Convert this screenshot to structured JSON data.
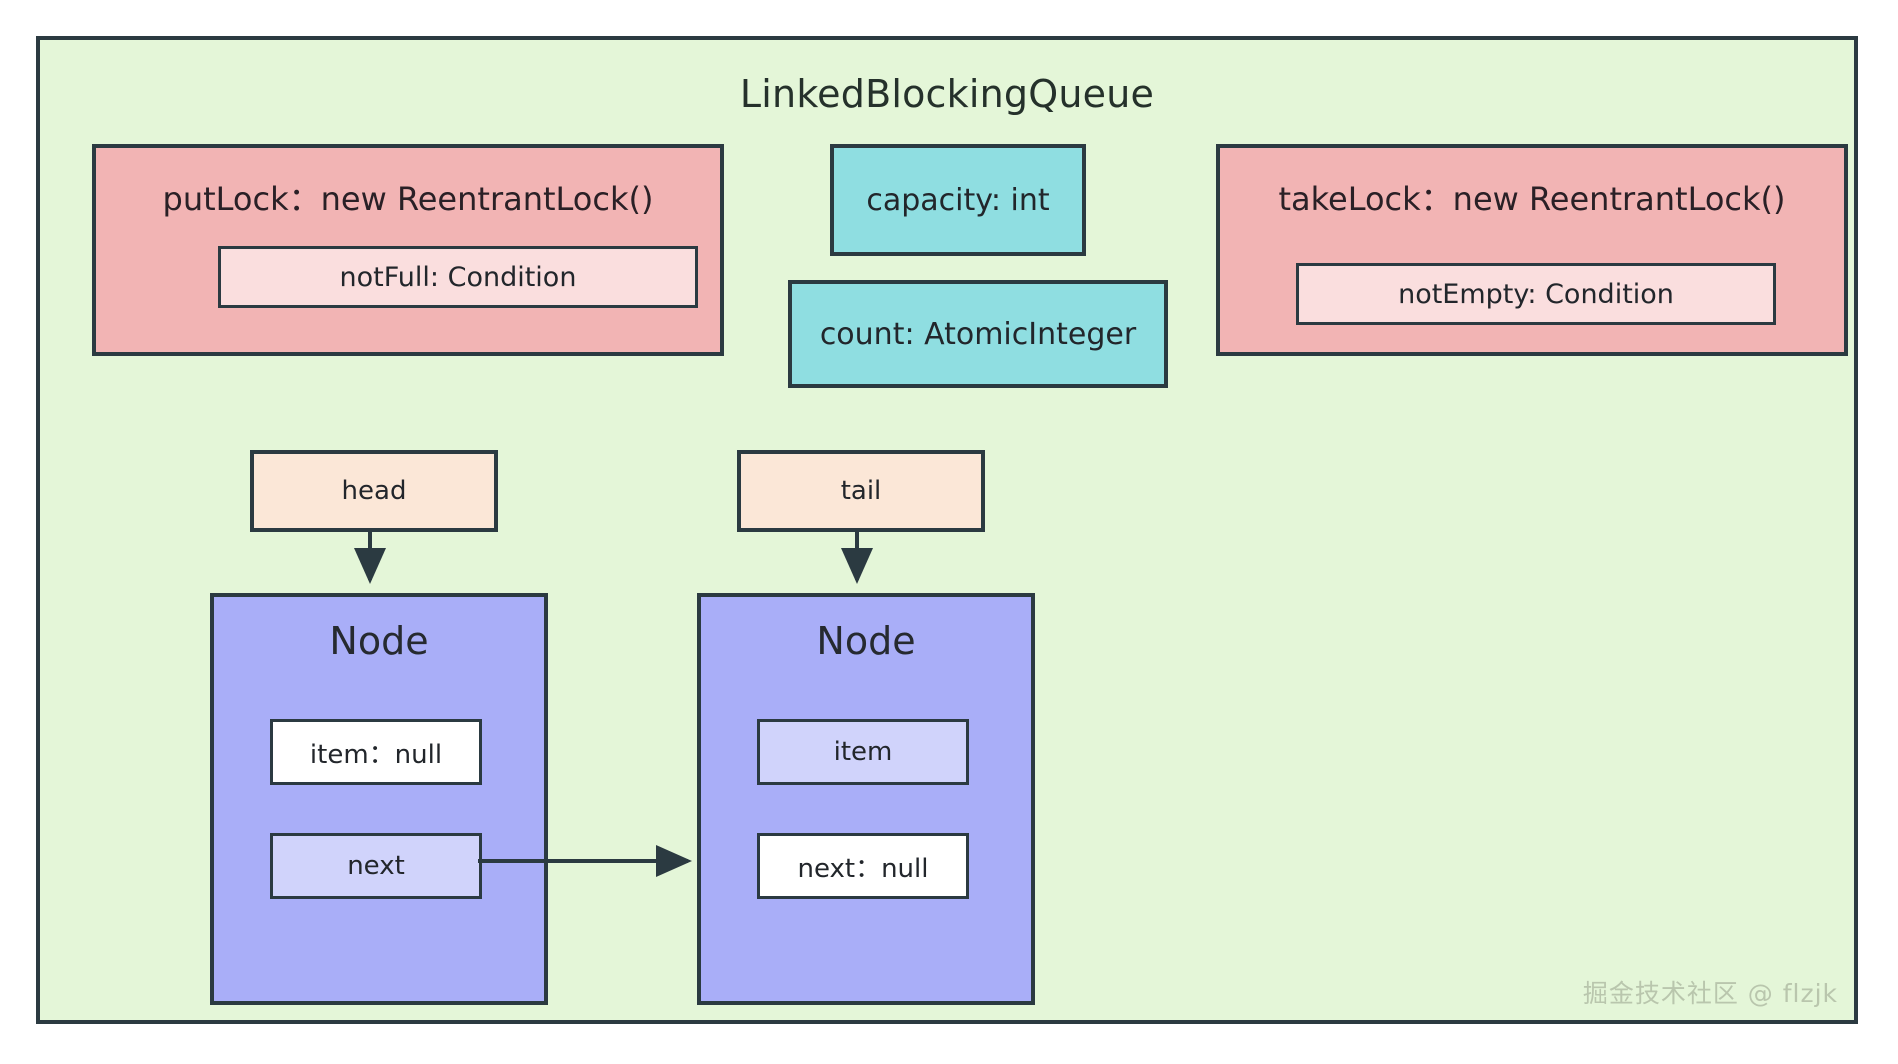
{
  "diagram": {
    "title": "LinkedBlockingQueue",
    "watermark": "掘金技术社区 @ flzjk",
    "colors": {
      "frame_background": "#e4f6d8",
      "frame_border": "#2b3a41",
      "lock_box": "#f2b4b4",
      "condition_box": "#fadede",
      "field_box": "#8fdee1",
      "pointer_box": "#fbe7d7",
      "node_box": "#a9aef8",
      "node_field_value": "#d0d3fb",
      "node_field_null": "#ffffff"
    }
  },
  "locks": {
    "put": {
      "title": "putLock：new ReentrantLock()",
      "condition": "notFull: Condition"
    },
    "take": {
      "title": "takeLock：new ReentrantLock()",
      "condition": "notEmpty: Condition"
    }
  },
  "fields": {
    "capacity": "capacity: int",
    "count": "count: AtomicInteger"
  },
  "pointers": {
    "head": "head",
    "tail": "tail"
  },
  "nodes": [
    {
      "label": "Node",
      "item": "item：null",
      "next": "next"
    },
    {
      "label": "Node",
      "item": "item",
      "next": "next：null"
    }
  ]
}
